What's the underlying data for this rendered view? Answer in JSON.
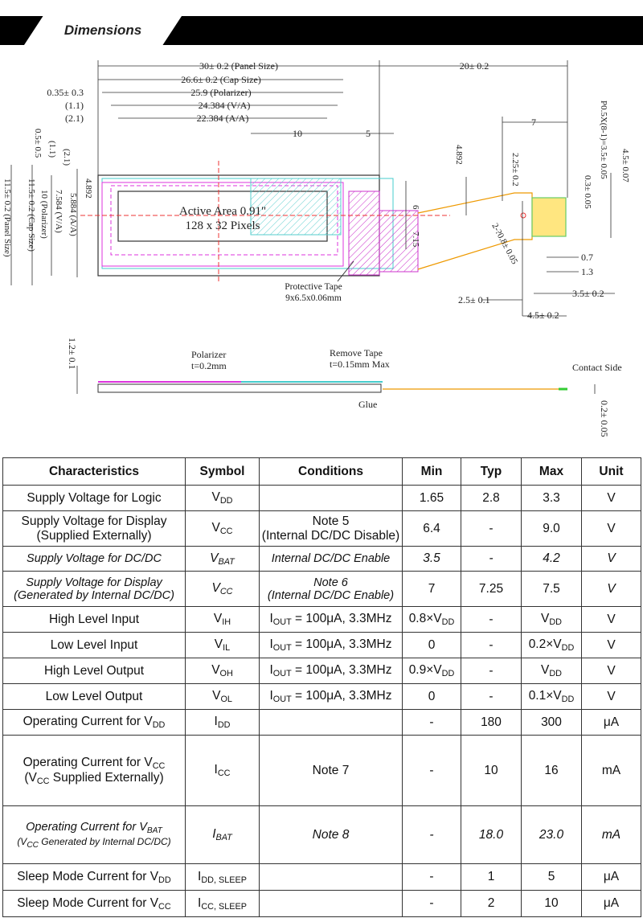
{
  "header": {
    "title": "Dimensions"
  },
  "drawing": {
    "dims_top": [
      "30± 0.2 (Panel Size)",
      "26.6± 0.2 (Cap Size)",
      "25.9 (Polarizer)",
      "24.384 (V/A)",
      "22.384 (A/A)",
      "20± 0.2"
    ],
    "dims_left_labels": [
      "0.35± 0.3",
      "(1.1)",
      "(2.1)"
    ],
    "dims_misc": [
      "10",
      "5",
      "7",
      "4.892",
      "2.25± 0.2",
      "P0.5X(8-1)=3.5± 0.05",
      "4.5± 0.07",
      "0.3± 0.05",
      "0.7",
      "1.3",
      "3.5± 0.2",
      "2.5± 0.1",
      "4.5± 0.2",
      "6",
      "7.15",
      "4.892",
      "5.884 (A/A)",
      "7.584 (V/A)",
      "10 (Polarizer)",
      "11.5± 0.2 (Cap Size)",
      "11.5± 0.2 (Panel Size)",
      "0.5± 0.5",
      "(1.1)",
      "(2.1)",
      "2-?0.8± 0.05"
    ],
    "active_area": [
      "Active Area 0.91\"",
      "128 x 32 Pixels"
    ],
    "protective_tape": [
      "Protective Tape",
      "9x6.5x0.06mm"
    ],
    "side": {
      "thickness": "1.2± 0.1",
      "polarizer": [
        "Polarizer",
        "t=0.2mm"
      ],
      "remove_tape": [
        "Remove Tape",
        "t=0.15mm Max"
      ],
      "glue": "Glue",
      "contact_side": "Contact Side",
      "fpc_thk": "0.2± 0.05"
    }
  },
  "table": {
    "headers": [
      "Characteristics",
      "Symbol",
      "Conditions",
      "Min",
      "Typ",
      "Max",
      "Unit"
    ],
    "rows": [
      {
        "c": "Supply Voltage for Logic",
        "s": "V",
        "ss": "DD",
        "cond": "",
        "min": "1.65",
        "typ": "2.8",
        "max": "3.3",
        "unit": "V"
      },
      {
        "c": "Supply Voltage for Display",
        "c2": "(Supplied Externally)",
        "s": "V",
        "ss": "CC",
        "cond": "Note 5",
        "cond2": "(Internal DC/DC Disable)",
        "min": "6.4",
        "typ": "-",
        "max": "9.0",
        "unit": "V"
      },
      {
        "c": "Supply Voltage for DC/DC",
        "s": "V",
        "ss": "BAT",
        "cond": "Internal DC/DC Enable",
        "min": "3.5",
        "typ": "-",
        "max": "4.2",
        "unit": "V"
      },
      {
        "c": "Supply Voltage for Display",
        "c2": "(Generated by Internal DC/DC)",
        "s": "V",
        "ss": "CC",
        "cond": "Note 6",
        "cond2": "(Internal DC/DC Enable)",
        "min": "7",
        "typ": "7.25",
        "max": "7.5",
        "unit": "V"
      },
      {
        "c": "High Level Input",
        "s": "V",
        "ss": "IH",
        "cond": "I",
        "cs": "OUT",
        "cond_r": " = 100μA, 3.3MHz",
        "min": "0.8×V",
        "mins": "DD",
        "typ": "-",
        "max": "V",
        "maxs": "DD",
        "unit": "V"
      },
      {
        "c": "Low Level Input",
        "s": "V",
        "ss": "IL",
        "cond": "I",
        "cs": "OUT",
        "cond_r": " = 100μA, 3.3MHz",
        "min": "0",
        "typ": "-",
        "max": "0.2×V",
        "maxs": "DD",
        "unit": "V"
      },
      {
        "c": "High Level Output",
        "s": "V",
        "ss": "OH",
        "cond": "I",
        "cs": "OUT",
        "cond_r": " = 100μA, 3.3MHz",
        "min": "0.9×V",
        "mins": "DD",
        "typ": "-",
        "max": "V",
        "maxs": "DD",
        "unit": "V"
      },
      {
        "c": "Low Level Output",
        "s": "V",
        "ss": "OL",
        "cond": "I",
        "cs": "OUT",
        "cond_r": " = 100μA, 3.3MHz",
        "min": "0",
        "typ": "-",
        "max": "0.1×V",
        "maxs": "DD",
        "unit": "V"
      },
      {
        "c": "Operating Current for V",
        "cs2": "DD",
        "s": "I",
        "ss": "DD",
        "cond": "",
        "min": "-",
        "typ": "180",
        "max": "300",
        "unit": "μA"
      },
      {
        "c": "Operating Current for V",
        "cs2": "CC",
        "c2": "(V",
        "c2s": "CC",
        "c2r": " Supplied Externally)",
        "s": "I",
        "ss": "CC",
        "cond": "Note 7",
        "min": "-",
        "typ": "10",
        "max": "16",
        "unit": "mA"
      },
      {
        "c": "Operating Current for V",
        "cs2": "BAT",
        "c2": "(V",
        "c2s": "CC",
        "c2r": " Generated by Internal DC/DC)",
        "s": "I",
        "ss": "BAT",
        "cond": "Note 8",
        "min": "-",
        "typ": "18.0",
        "max": "23.0",
        "unit": "mA"
      },
      {
        "c": "Sleep Mode Current for V",
        "cs2": "DD",
        "s": "I",
        "ss": "DD, SLEEP",
        "cond": "",
        "min": "-",
        "typ": "1",
        "max": "5",
        "unit": "μA"
      },
      {
        "c": "Sleep Mode Current for V",
        "cs2": "CC",
        "s": "I",
        "ss": "CC, SLEEP",
        "cond": "",
        "min": "-",
        "typ": "2",
        "max": "10",
        "unit": "μA"
      }
    ]
  }
}
